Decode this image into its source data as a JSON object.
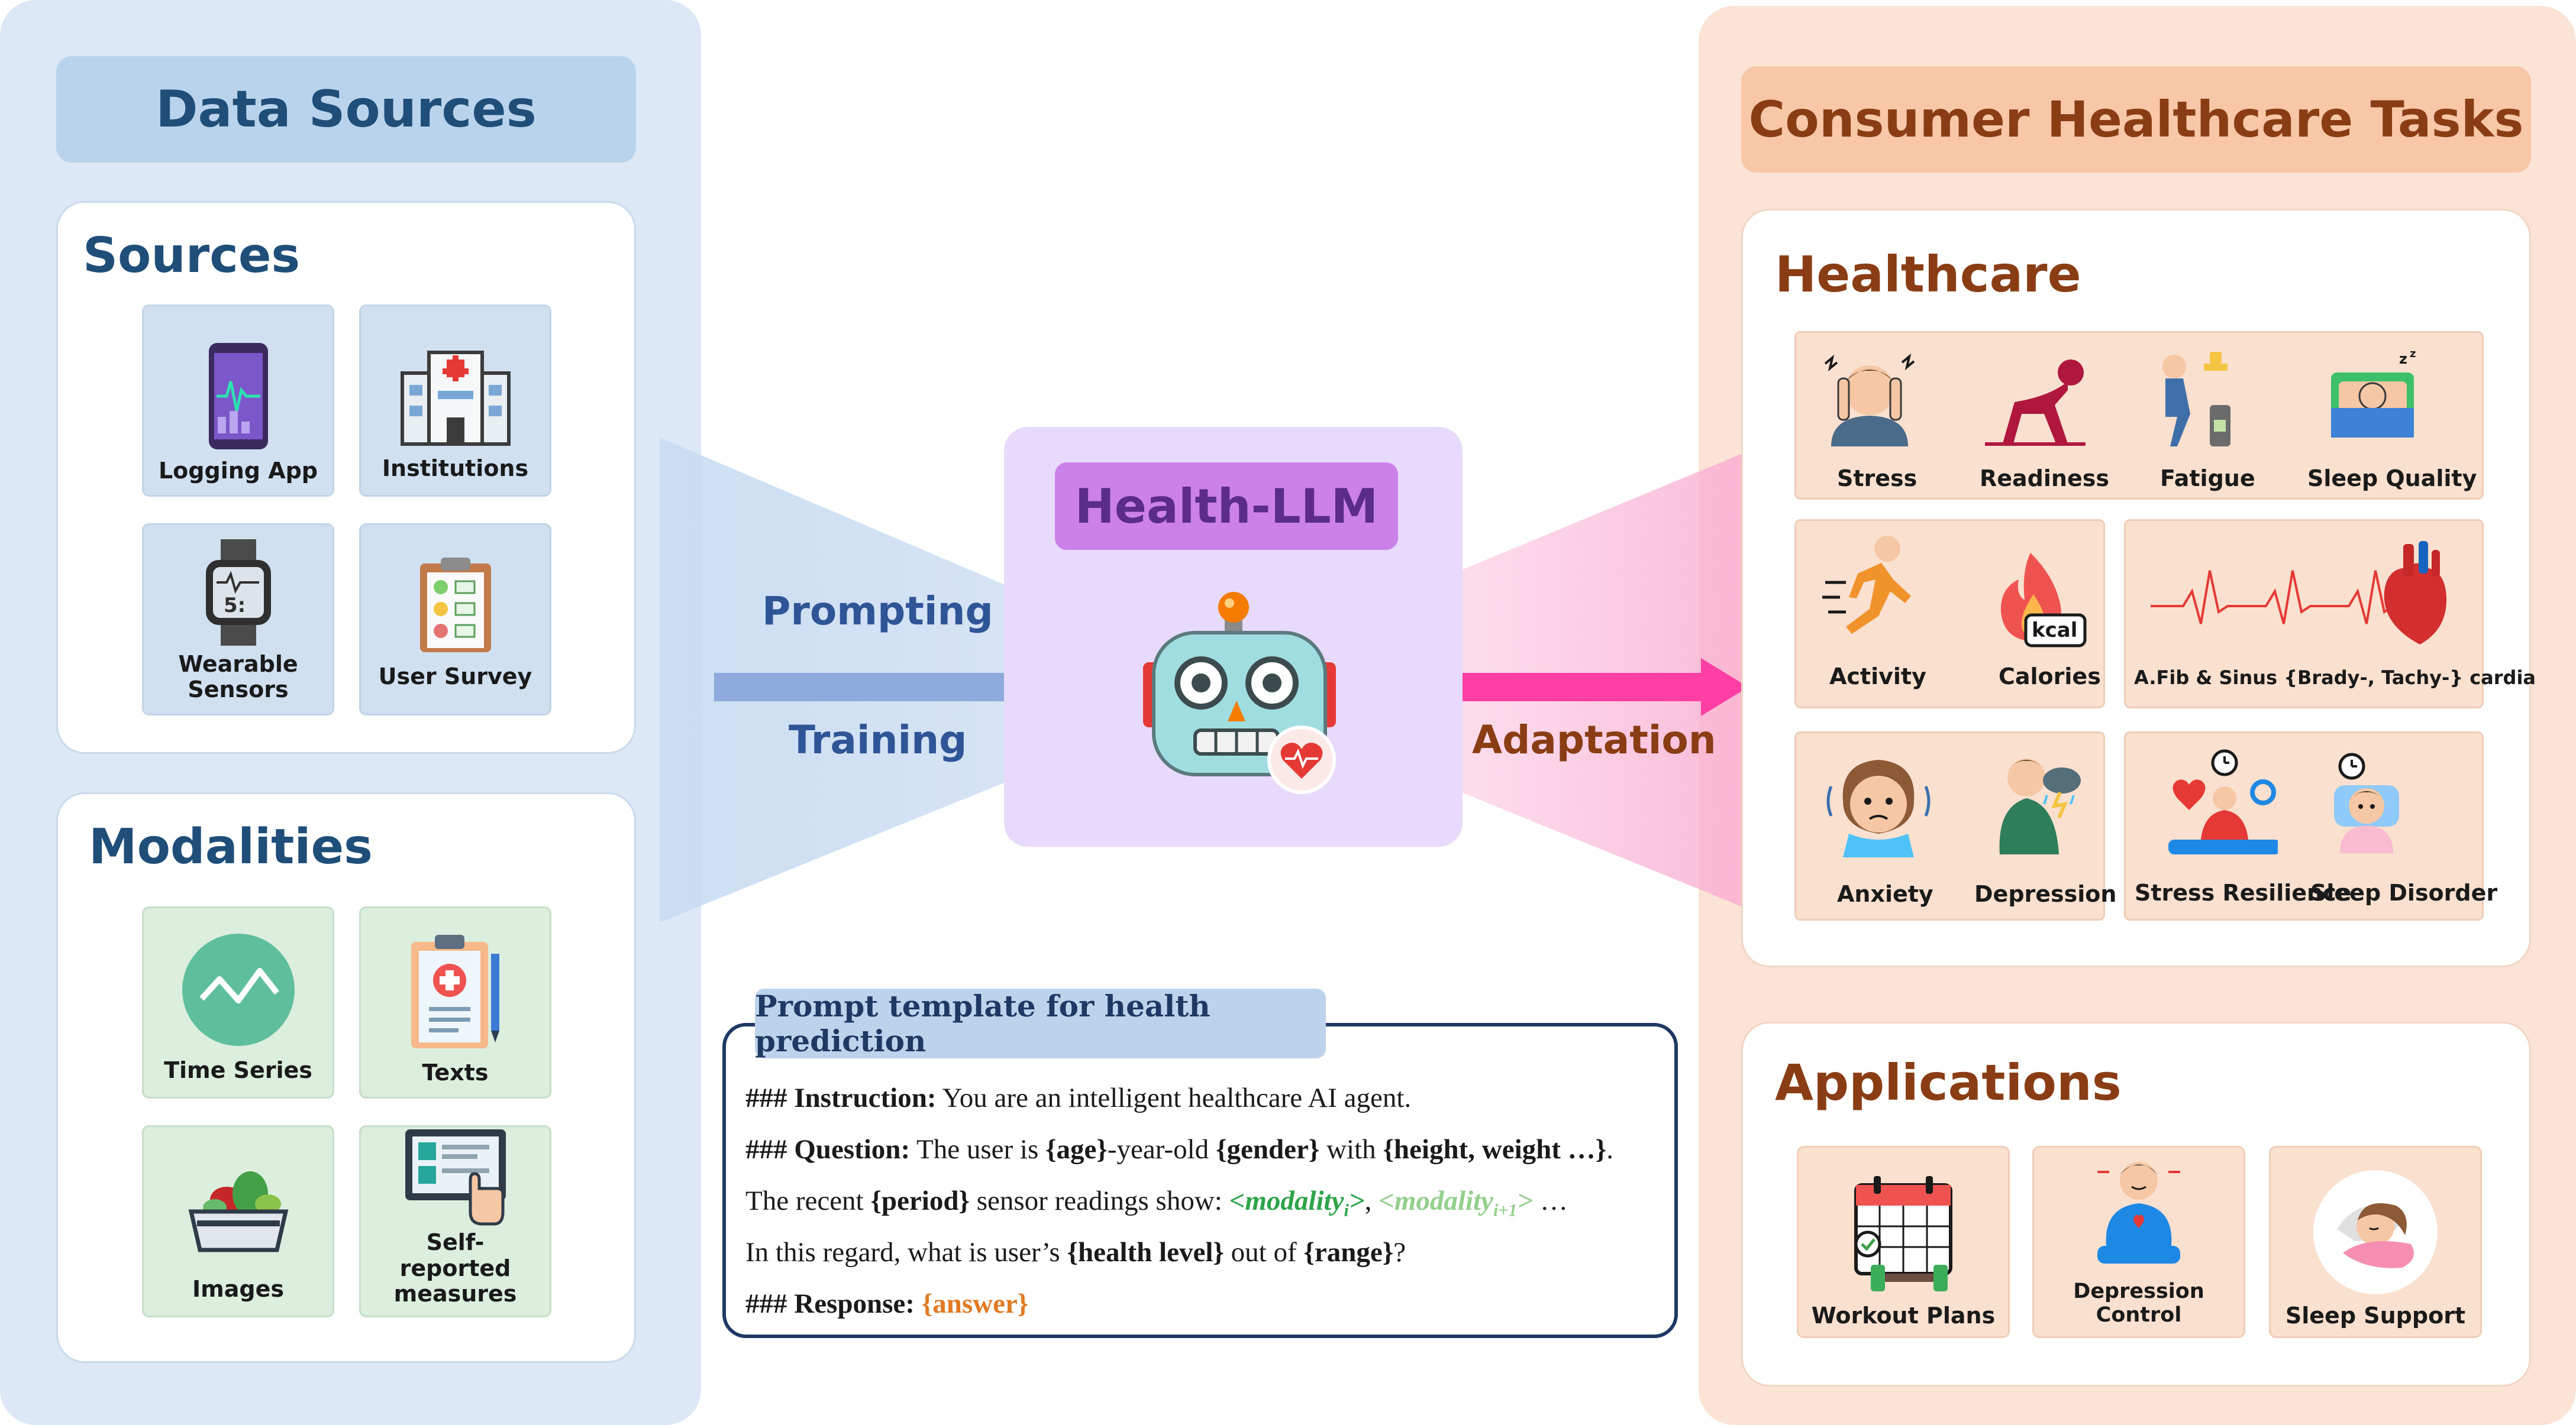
{
  "data_sources": {
    "header": "Data Sources",
    "sources": {
      "title": "Sources",
      "items": [
        "Logging App",
        "Institutions",
        "Wearable Sensors",
        "User Survey"
      ]
    },
    "modalities": {
      "title": "Modalities",
      "items": [
        "Time Series",
        "Texts",
        "Images",
        "Self-reported measures"
      ]
    }
  },
  "flow": {
    "prompting": "Prompting",
    "training": "Training",
    "adaptation": "Adaptation"
  },
  "model": {
    "title": "Health-LLM"
  },
  "prompt": {
    "tab": "Prompt template for health prediction",
    "line1_label": "### Instruction:",
    "line1_text": " You are an intelligent healthcare AI agent.",
    "line2_label": "### Question:",
    "line2_a": " The user is ",
    "line2_age": "{age}",
    "line2_b": "-year-old ",
    "line2_gender": "{gender}",
    "line2_c": " with ",
    "line2_hw": "{height, weight …}",
    "line2_d": ".",
    "line3_a": "The recent ",
    "line3_period": "{period}",
    "line3_b": " sensor readings show: ",
    "line3_mod1": "<modality",
    "line3_sub1": "i",
    "line3_mod1_end": ">",
    "line3_comma": ", ",
    "line3_mod2": "<modality",
    "line3_sub2": "i+1",
    "line3_mod2_end": ">",
    "line3_c": " …",
    "line4_a": "In this regard, what is user’s ",
    "line4_level": "{health level}",
    "line4_b": " out of ",
    "line4_range": "{range}",
    "line4_c": "?",
    "line5_label": "### Response:",
    "line5_answer": " {answer}"
  },
  "tasks": {
    "header": "Consumer Healthcare Tasks",
    "healthcare": {
      "title": "Healthcare",
      "items": [
        "Stress",
        "Readiness",
        "Fatigue",
        "Sleep Quality",
        "Activity",
        "Calories",
        "A.Fib & Sinus {Brady-, Tachy-} cardia",
        "Anxiety",
        "Depression",
        "Stress Resilience",
        "Sleep Disorder"
      ]
    },
    "applications": {
      "title": "Applications",
      "items": [
        "Workout Plans",
        "Depression Control",
        "Sleep Support"
      ]
    }
  },
  "colors": {
    "left_panel": "#dce8f5",
    "right_panel": "#fbe3d6",
    "model_box": "#e7dafc",
    "arrow_left": "#8faadc",
    "arrow_right": "#ff3fa4"
  }
}
